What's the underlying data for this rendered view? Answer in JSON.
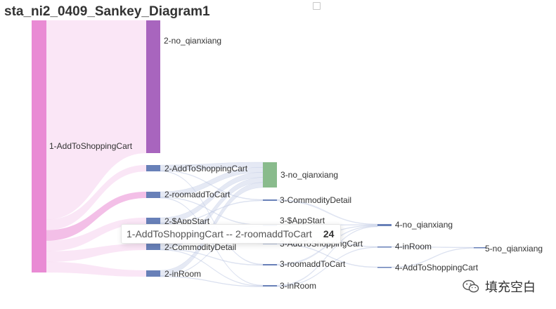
{
  "title": "sta_ni2_0409_Sankey_Diagram1",
  "toolbox": {
    "icon": "square-icon"
  },
  "chart_data": {
    "type": "sankey",
    "nodes": [
      {
        "name": "1-AddToShoppingCart",
        "color": "#e98bd4"
      },
      {
        "name": "2-no_qianxiang",
        "color": "#a865be"
      },
      {
        "name": "2-AddToShoppingCart",
        "color": "#6880b8"
      },
      {
        "name": "2-roomaddToCart",
        "color": "#6880b8"
      },
      {
        "name": "2-$AppStart",
        "color": "#6880b8"
      },
      {
        "name": "2-CommodityDetail",
        "color": "#6880b8"
      },
      {
        "name": "2-inRoom",
        "color": "#6880b8"
      },
      {
        "name": "3-no_qianxiang",
        "color": "#89bb8c"
      },
      {
        "name": "3-CommodityDetail",
        "color": "#6880b8"
      },
      {
        "name": "3-$AppStart",
        "color": "#6880b8"
      },
      {
        "name": "3-AddToShoppingCart",
        "color": "#6880b8"
      },
      {
        "name": "3-roomaddToCart",
        "color": "#6880b8"
      },
      {
        "name": "3-inRoom",
        "color": "#6880b8"
      },
      {
        "name": "4-no_qianxiang",
        "color": "#6880b8"
      },
      {
        "name": "4-inRoom",
        "color": "#6880b8"
      },
      {
        "name": "4-AddToShoppingCart",
        "color": "#6880b8"
      },
      {
        "name": "5-no_qianxiang",
        "color": "#6880b8"
      }
    ],
    "links": [
      {
        "source": "1-AddToShoppingCart",
        "target": "2-no_qianxiang",
        "value": 452
      },
      {
        "source": "1-AddToShoppingCart",
        "target": "2-AddToShoppingCart",
        "value": 24
      },
      {
        "source": "1-AddToShoppingCart",
        "target": "2-roomaddToCart",
        "value": 24
      },
      {
        "source": "1-AddToShoppingCart",
        "target": "2-$AppStart",
        "value": 24
      },
      {
        "source": "1-AddToShoppingCart",
        "target": "2-CommodityDetail",
        "value": 24
      },
      {
        "source": "1-AddToShoppingCart",
        "target": "2-inRoom",
        "value": 24
      },
      {
        "source": "2-AddToShoppingCart",
        "target": "3-no_qianxiang",
        "value": 20
      },
      {
        "source": "2-AddToShoppingCart",
        "target": "3-CommodityDetail",
        "value": 2
      },
      {
        "source": "2-AddToShoppingCart",
        "target": "3-roomaddToCart",
        "value": 2
      },
      {
        "source": "2-roomaddToCart",
        "target": "3-no_qianxiang",
        "value": 20
      },
      {
        "source": "2-roomaddToCart",
        "target": "3-$AppStart",
        "value": 2
      },
      {
        "source": "2-roomaddToCart",
        "target": "3-inRoom",
        "value": 2
      },
      {
        "source": "2-$AppStart",
        "target": "3-no_qianxiang",
        "value": 20
      },
      {
        "source": "2-$AppStart",
        "target": "3-AddToShoppingCart",
        "value": 2
      },
      {
        "source": "2-$AppStart",
        "target": "3-CommodityDetail",
        "value": 2
      },
      {
        "source": "2-CommodityDetail",
        "target": "3-no_qianxiang",
        "value": 20
      },
      {
        "source": "2-CommodityDetail",
        "target": "3-roomaddToCart",
        "value": 2
      },
      {
        "source": "2-CommodityDetail",
        "target": "3-inRoom",
        "value": 2
      },
      {
        "source": "2-inRoom",
        "target": "3-no_qianxiang",
        "value": 20
      },
      {
        "source": "2-inRoom",
        "target": "3-$AppStart",
        "value": 2
      },
      {
        "source": "2-inRoom",
        "target": "3-inRoom",
        "value": 2
      },
      {
        "source": "3-CommodityDetail",
        "target": "4-no_qianxiang",
        "value": 4
      },
      {
        "source": "3-$AppStart",
        "target": "4-no_qianxiang",
        "value": 2
      },
      {
        "source": "3-$AppStart",
        "target": "4-inRoom",
        "value": 2
      },
      {
        "source": "3-AddToShoppingCart",
        "target": "4-no_qianxiang",
        "value": 1
      },
      {
        "source": "3-AddToShoppingCart",
        "target": "4-AddToShoppingCart",
        "value": 1
      },
      {
        "source": "3-roomaddToCart",
        "target": "4-no_qianxiang",
        "value": 4
      },
      {
        "source": "3-inRoom",
        "target": "4-no_qianxiang",
        "value": 4
      },
      {
        "source": "3-inRoom",
        "target": "4-inRoom",
        "value": 2
      },
      {
        "source": "4-inRoom",
        "target": "5-no_qianxiang",
        "value": 4
      },
      {
        "source": "4-AddToShoppingCart",
        "target": "5-no_qianxiang",
        "value": 1
      }
    ],
    "link_color": "#e98bd4",
    "link_color_secondary": "#c5cfe6",
    "highlight_link": "1-AddToShoppingCart -- 2-roomaddToCart"
  },
  "tooltip": {
    "label": "1-AddToShoppingCart -- 2-roomaddToCart",
    "value": "24"
  },
  "watermark": {
    "icon": "wechat-icon",
    "text": "填充空白"
  }
}
